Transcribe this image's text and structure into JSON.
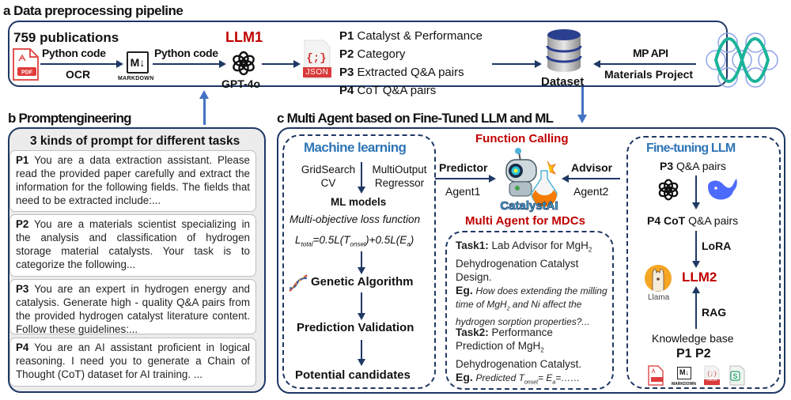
{
  "section_a": {
    "title": "a  Data preprocessing pipeline",
    "publications": "759 publications",
    "step1_top": "Python code",
    "step1_bottom": "OCR",
    "markdown_label": "MARKDOWN",
    "step2_top": "Python code",
    "llm1": "LLM1",
    "gpt": "GPT-4o",
    "json_label": "JSON",
    "outputs": [
      {
        "id": "P1",
        "text": "Catalyst  & Performance"
      },
      {
        "id": "P2",
        "text": "Category"
      },
      {
        "id": "P3",
        "text": "Extracted  Q&A pairs"
      },
      {
        "id": "P4",
        "text": "CoT Q&A pairs"
      }
    ],
    "dataset": "Dataset",
    "mp_api": "MP API",
    "materials_project": "Materials  Project"
  },
  "section_b": {
    "title": "b Promptengineering",
    "header": "3 kinds of prompt for different tasks",
    "prompts": [
      {
        "id": "P1",
        "text": "You are a data extraction assistant. Please read the provided paper carefully and extract the information for the following fields. The fields that need to be extracted include:..."
      },
      {
        "id": "P2",
        "text": "You are a materials scientist specializing in the analysis and classification of hydrogen storage material catalysts. Your task is to categorize the following..."
      },
      {
        "id": "P3",
        "text": "You are an expert in hydrogen energy and catalysis. Generate high - quality Q&A pairs from the provided hydrogen catalyst literature content. Follow these guidelines:..."
      },
      {
        "id": "P4",
        "text": "You are an AI assistant proficient in logical reasoning. I need you to generate a Chain of Thought (CoT) dataset for AI training. ..."
      }
    ]
  },
  "section_c": {
    "title": "c  Multi Agent based on Fine-Tuned LLM and ML",
    "ml": {
      "title": "Machine learning",
      "left": [
        "GridSearch",
        "CV"
      ],
      "right": [
        "MultiOutput",
        "Regressor"
      ],
      "models": "ML models",
      "loss": "Multi-objective loss function",
      "formula": {
        "L": "L",
        "total": "total",
        "mid": "=0.5L(T",
        "onset": "onset",
        "mid2": ")+0.5L(E",
        "a": "a",
        "end": ")"
      },
      "ga": "Genetic Algorithm",
      "validation": "Prediction Validation",
      "candidates": "Potential  candidates"
    },
    "center": {
      "function_calling": "Function Calling",
      "predictor": "Predictor",
      "agent1": "Agent1",
      "advisor": "Advisor",
      "agent2": "Agent2",
      "logo": "CatalystAI",
      "multi_agent": "Multi Agent for MDCs",
      "task1_label": "Task1:",
      "task1_text": "Lab Advisor for MgH",
      "task1_text2": "Dehydrogenation  Catalyst",
      "task1_text3": "Design.",
      "eg1_label": "Eg.",
      "eg1_text": "How does extending the milling",
      "eg1_text2": "time of MgH",
      "eg1_text2b": " and Ni affect the",
      "eg1_text3": "hydrogen sorption properties?...",
      "task2_label": "Task2:",
      "task2_text": "Performance",
      "task2_text2": "Prediction of MgH",
      "task2_text3": "Dehydrogenation  Catalyst.",
      "eg2_label": "Eg.",
      "eg2_text": "Predicted T",
      "eg2_onset": "onset",
      "eg2_mid": "=   E",
      "eg2_a": "a",
      "eg2_end": "=……",
      "sub2": "2"
    },
    "ft": {
      "title": "Fine-tuning LLM",
      "p3_id": "P3",
      "p3_text": " Q&A pairs",
      "p4_id": "P4 CoT",
      "p4_text": " Q&A pairs",
      "lora": "LoRA",
      "llama": "Llama",
      "llm2": "LLM2",
      "rag": "RAG",
      "kb": "Knowledge  base",
      "p1p2": "P1  P2",
      "md_label": "MARKDOWN",
      "json_label": "JSON"
    }
  },
  "colors": {
    "navy": "#1f3864",
    "red": "#c00000",
    "blue": "#2e75b6",
    "arrow_blue": "#4472c4"
  }
}
